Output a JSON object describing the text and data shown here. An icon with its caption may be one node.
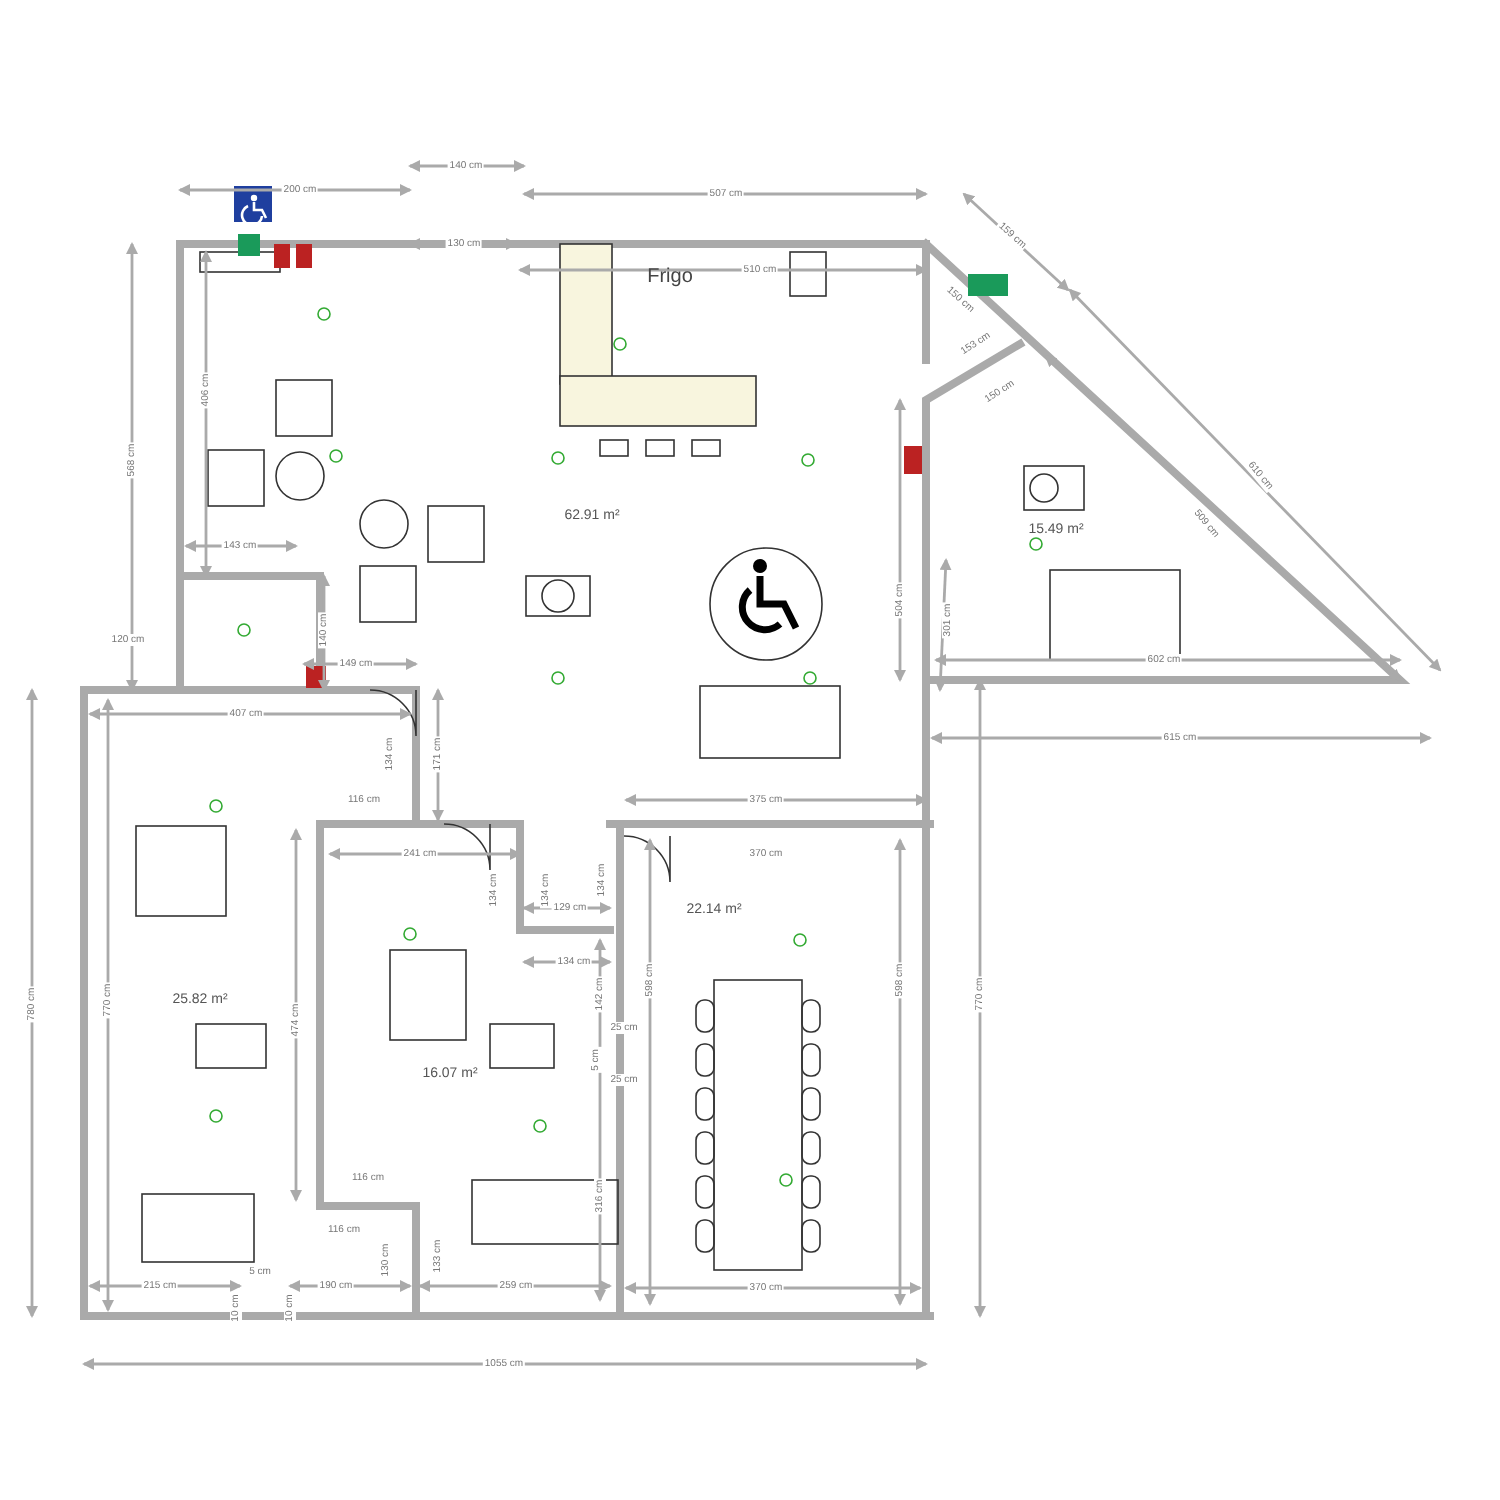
{
  "diagram": {
    "nodes": [
      {
        "text": [
          "62.91 m²"
        ]
      },
      {
        "text": [
          "15.49 m²"
        ]
      },
      {
        "text": [
          "25.82 m²"
        ]
      },
      {
        "text": [
          "16.07 m²"
        ]
      },
      {
        "text": [
          "22.14 m²"
        ]
      }
    ],
    "labels": [
      "200 cm",
      "140 cm",
      "507 cm",
      "130 cm",
      "Frigo",
      "510 cm",
      "568 cm",
      "406 cm",
      "143 cm",
      "140 cm",
      "149 cm",
      "120 cm",
      "159 cm",
      "150 cm",
      "153 cm",
      "150 cm",
      "610 cm",
      "509 cm",
      "301 cm",
      "504 cm",
      "602 cm",
      "615 cm",
      "407 cm",
      "134 cm",
      "171 cm",
      "116 cm",
      "375 cm",
      "241 cm",
      "134 cm",
      "134 cm",
      "134 cm",
      "370 cm",
      "129 cm",
      "134 cm",
      "780 cm",
      "770 cm",
      "474 cm",
      "142 cm",
      "25 cm",
      "5 cm",
      "25 cm",
      "598 cm",
      "598 cm",
      "770 cm",
      "316 cm",
      "116 cm",
      "116 cm",
      "130 cm",
      "133 cm",
      "215 cm",
      "5 cm",
      "190 cm",
      "259 cm",
      "370 cm",
      "10 cm",
      "10 cm",
      "1055 cm"
    ]
  }
}
